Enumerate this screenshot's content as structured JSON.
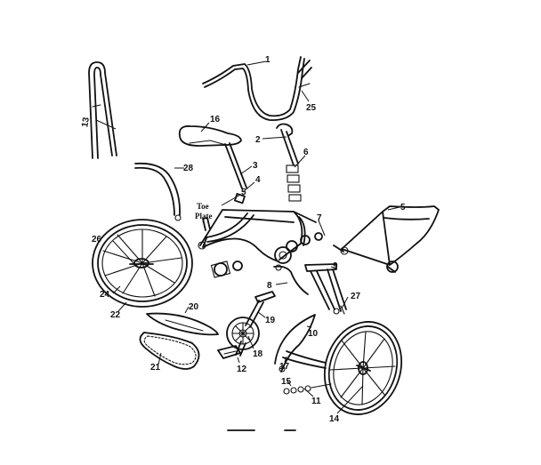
{
  "labels": {
    "handlebar": "1",
    "stem": "2",
    "seat_post": "3",
    "seat_clamp": "4",
    "frame_left": "5",
    "frame_right": "5",
    "head_bearings": "6",
    "bearing_set": "7",
    "brake_arm": "8",
    "fork": "9",
    "front_fender": "10",
    "axle_nuts": "11",
    "pedal": "12",
    "sissy_bar": "13",
    "front_wheel": "14",
    "axle_parts": "15",
    "saddle": "16",
    "fender_brace": "17",
    "crank": "18",
    "pedal_crank": "19",
    "chain_guard": "20",
    "chain": "21",
    "rear_tire": "22",
    "spoke": "24",
    "grip": "25",
    "rear_hub": "26",
    "valve": "27",
    "rear_fender": "28",
    "toe_plate_line1": "Toe",
    "toe_plate_line2": "Plate"
  }
}
